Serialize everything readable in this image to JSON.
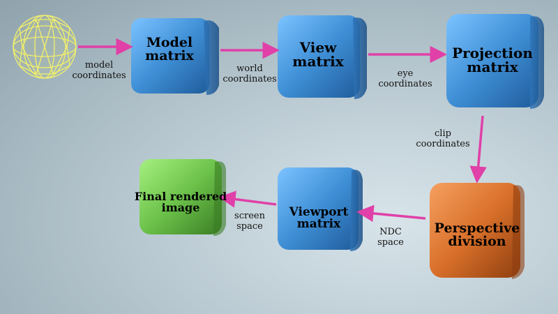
{
  "nodes": {
    "model": "Model\nmatrix",
    "view": "View\nmatrix",
    "projection": "Projection\nmatrix",
    "perspective": "Perspective\ndivision",
    "viewport": "Viewport\nmatrix",
    "final": "Final rendered\nimage"
  },
  "edges": {
    "model_coordinates": "model\ncoordinates",
    "world_coordinates": "world\ncoordinates",
    "eye_coordinates": "eye\ncoordinates",
    "clip_coordinates": "clip\ncoordinates",
    "ndc_space": "NDC\nspace",
    "screen_space": "screen\nspace"
  },
  "colors": {
    "matrix_cube": "#3f8fd6",
    "perspective_cube": "#d9702a",
    "final_cube": "#6cc24a",
    "arrow": "#e040a8",
    "sphere_wire": "#f3f06a"
  },
  "icons": {
    "input_mesh": "wireframe-sphere-icon"
  }
}
